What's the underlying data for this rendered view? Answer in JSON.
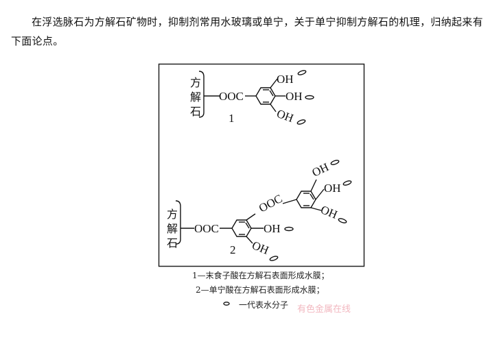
{
  "paragraph": "在浮选脉石为方解石矿物时，抑制剂常用水玻璃或单宁，关于单宁抑制方解石的机理，归纳起来有下面论点。",
  "figure": {
    "mineral_label": [
      "方",
      "解",
      "石"
    ],
    "ester_group": "OOC",
    "hydroxyl": "OH",
    "structure1_number": "1",
    "structure2_number": "2"
  },
  "captions": {
    "line1": "1—末食子酸在方解石表面形成水膜；",
    "line2": "2—单宁酸在方解石表面形成水膜；",
    "line3": "一代表水分子"
  },
  "watermark": "有色金属在线"
}
